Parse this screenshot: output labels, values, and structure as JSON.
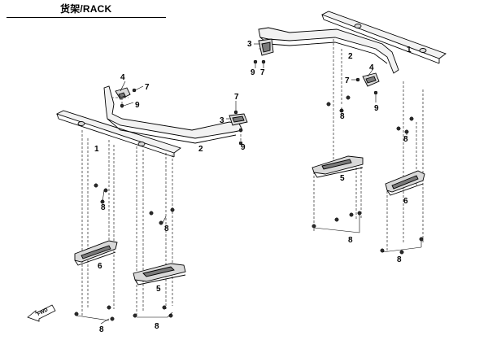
{
  "header": {
    "title": "货架/RACK"
  },
  "callouts": {
    "c1": "1",
    "c2": "2",
    "c3": "3",
    "c4": "4",
    "c5": "5",
    "c6": "6",
    "c7": "7",
    "c8": "8",
    "c9": "9"
  },
  "fwd_label": "FWD"
}
